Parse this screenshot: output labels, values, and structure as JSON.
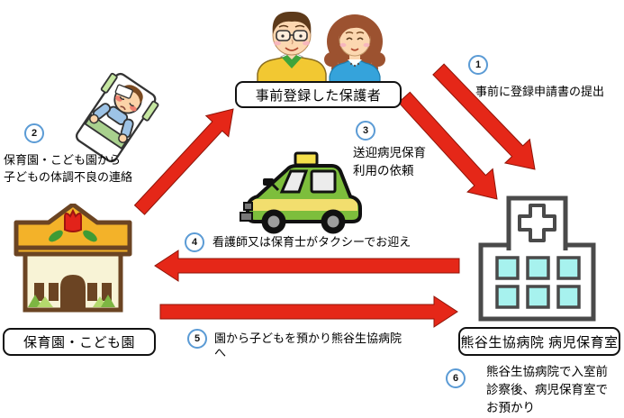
{
  "diagram": {
    "description": "病児保育サービスの流れ図",
    "colors": {
      "arrow_red": "#e52718",
      "step_circle_ring_blue": "#5b9bd5",
      "taxi_green": "#7dbe3c",
      "taxi_stripe_yellow": "#f2de6e",
      "nursery_roof_amber": "#f3b229",
      "nursery_outline_brown": "#6b4423",
      "hospital_window_cyan": "#a7f2ee"
    },
    "nodes": {
      "parents": {
        "label": "事前登録した保護者",
        "illustration": "parents-couple"
      },
      "sick_child": {
        "illustration": "sick-child-in-bed"
      },
      "taxi": {
        "illustration": "green-taxi"
      },
      "nursery": {
        "label": "保育園・こども園",
        "illustration": "nursery-building"
      },
      "hospital": {
        "label": "熊谷生協病院 病児保育室",
        "illustration": "hospital-building"
      }
    },
    "steps": [
      {
        "number": "1",
        "text": "事前に登録申請書の提出",
        "from": "parents",
        "to": "hospital"
      },
      {
        "number": "2",
        "text": "保育園・こども園から\n子どもの体調不良の連絡",
        "from": "nursery",
        "to": "parents"
      },
      {
        "number": "3",
        "text": "送迎病児保育\n利用の依頼",
        "from": "parents",
        "to": "hospital"
      },
      {
        "number": "4",
        "text": "看護師又は保育士がタクシーでお迎え",
        "from": "hospital",
        "to": "nursery"
      },
      {
        "number": "5",
        "text": "園から子どもを預かり熊谷生協病院へ",
        "from": "nursery",
        "to": "hospital"
      },
      {
        "number": "6",
        "text": "熊谷生協病院で入室前\n診察後、病児保育室で\nお預かり",
        "from": "hospital",
        "to": "hospital"
      }
    ]
  }
}
